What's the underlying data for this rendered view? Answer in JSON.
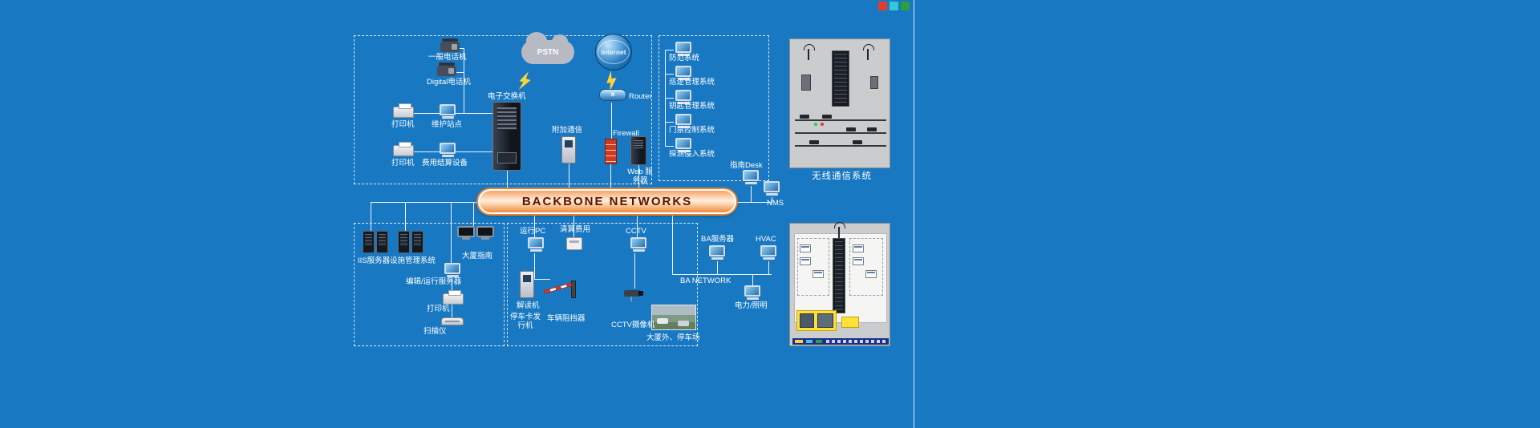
{
  "colors": {
    "background": "#1878c2",
    "banner_fill": "#f5a468",
    "banner_border": "#e8812f",
    "banner_text": "#5c1200",
    "line": "#eef4fa",
    "firewall_red": "#cf3a22",
    "highlight_yellow": "#ffe13d",
    "corner_red": "#e23c2e",
    "corner_cyan": "#36c6d9",
    "corner_green": "#2f9e3f"
  },
  "banner": {
    "label": "BACKBONE NETWORKS"
  },
  "comm": {
    "phone_general": "一般电话机",
    "phone_digital": "Digital电话机",
    "printer_top": "打印机",
    "maintenance": "维护站点",
    "printer_bottom": "打印机",
    "billing_device": "费用结算设备",
    "pbx": "电子交换机",
    "pstn": "PSTN",
    "internet": "Internet",
    "router": "Router",
    "router_glyph": "×",
    "extra_comm": "附加通信",
    "firewall": "Firewall",
    "web_server": "Web 服务器"
  },
  "security": {
    "items": [
      "防范系统",
      "巡逻管理系统",
      "钥匙管理系统",
      "门禁控制系统",
      "探测侵入系统"
    ]
  },
  "mgmt": {
    "guide_desk": "指南Desk",
    "nms": "NMS"
  },
  "office": {
    "iis_server": "IIS服务器",
    "facility_mgmt": "设施管理系统",
    "building_guide": "大厦指南",
    "edit_run_server": "编辑/运行服务器",
    "printer": "打印机",
    "scanner": "扫描仪"
  },
  "parking": {
    "run_pc": "运行PC",
    "settlement": "清算费用",
    "cctv": "CCTV",
    "reader": "解读机",
    "card_machine": "停车卡发行机",
    "barrier": "车辆阻挡器",
    "cctv_camera": "CCTV摄像机",
    "outside": "大厦外、停车场"
  },
  "ba": {
    "server": "BA服务器",
    "hvac": "HVAC",
    "network": "BA NETWORK",
    "power": "电力/照明"
  },
  "panels": {
    "wireless_label": "无线通信系统"
  }
}
